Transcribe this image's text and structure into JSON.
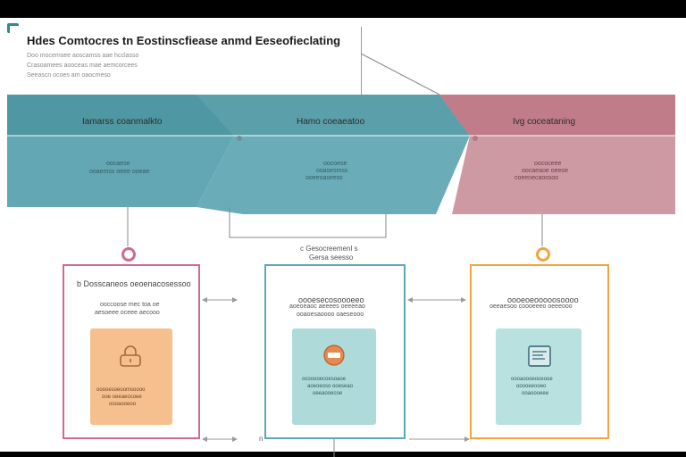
{
  "title": "Hdes Comtocres tn Eostinscfiease anmd Eeseofieclating",
  "description_lines": [
    "Doo mocemsee aoscamss aae hcclasso",
    "Crasoamees aooceas mae aemcorcees",
    "Seeascn ocoes am oaocmeso"
  ],
  "stages": [
    {
      "label": "Iamarss coanmalkto",
      "sub": [
        "oocaese",
        "ooaemss oeee ooeae"
      ],
      "color": "#62a7b3"
    },
    {
      "label": "Hamo coeaeatoo",
      "sub": [
        "oocoese",
        "ooasesmss",
        "ooeeoaseess"
      ],
      "color": "#6aa6b2"
    },
    {
      "label": "Ivg coceataning",
      "sub": [
        "oococeee",
        "oocaeaoe oeeoe",
        "coeenecaossoo"
      ],
      "color": "#c98a95"
    }
  ],
  "middle_note": [
    "c Gesocreemenl s",
    "Gersa seesso"
  ],
  "panels": [
    {
      "heading": "b Dosscaneos oeoenacosessoo",
      "lines": [
        "ooccoose mec toa oe",
        "aesoeee oceee aecooo"
      ],
      "card_lines": [
        "ooooesoeoomsoooo",
        "ooe oeeaeocoee",
        "oooaooeoo"
      ],
      "icon": "padlock-icon",
      "border": "#d06a8e",
      "card": "#f6c08e"
    },
    {
      "heading": "oooesecosoooeeo",
      "lines": [
        "aoeoeaoc aeeees oeeeeao",
        "ooaoesaoooo oaeseooo"
      ],
      "card_lines": [
        "ocooooecoesoaoe",
        "aoeoeoso ooeseao",
        "oeeaooecoe"
      ],
      "icon": "stop-sign-icon",
      "border": "#5aa9b6",
      "card": "#aedbda"
    },
    {
      "heading": "oooeoeooooosoooo",
      "lines": [
        "oeeaesoo coooeeeo oeeeooo"
      ],
      "card_lines": [
        "oooaoooeooeooe",
        "ooooeeooeo",
        "ooaoooeee"
      ],
      "icon": "document-icon",
      "border": "#f0a540",
      "card": "#b9e1df"
    }
  ],
  "bottom_label": "n"
}
